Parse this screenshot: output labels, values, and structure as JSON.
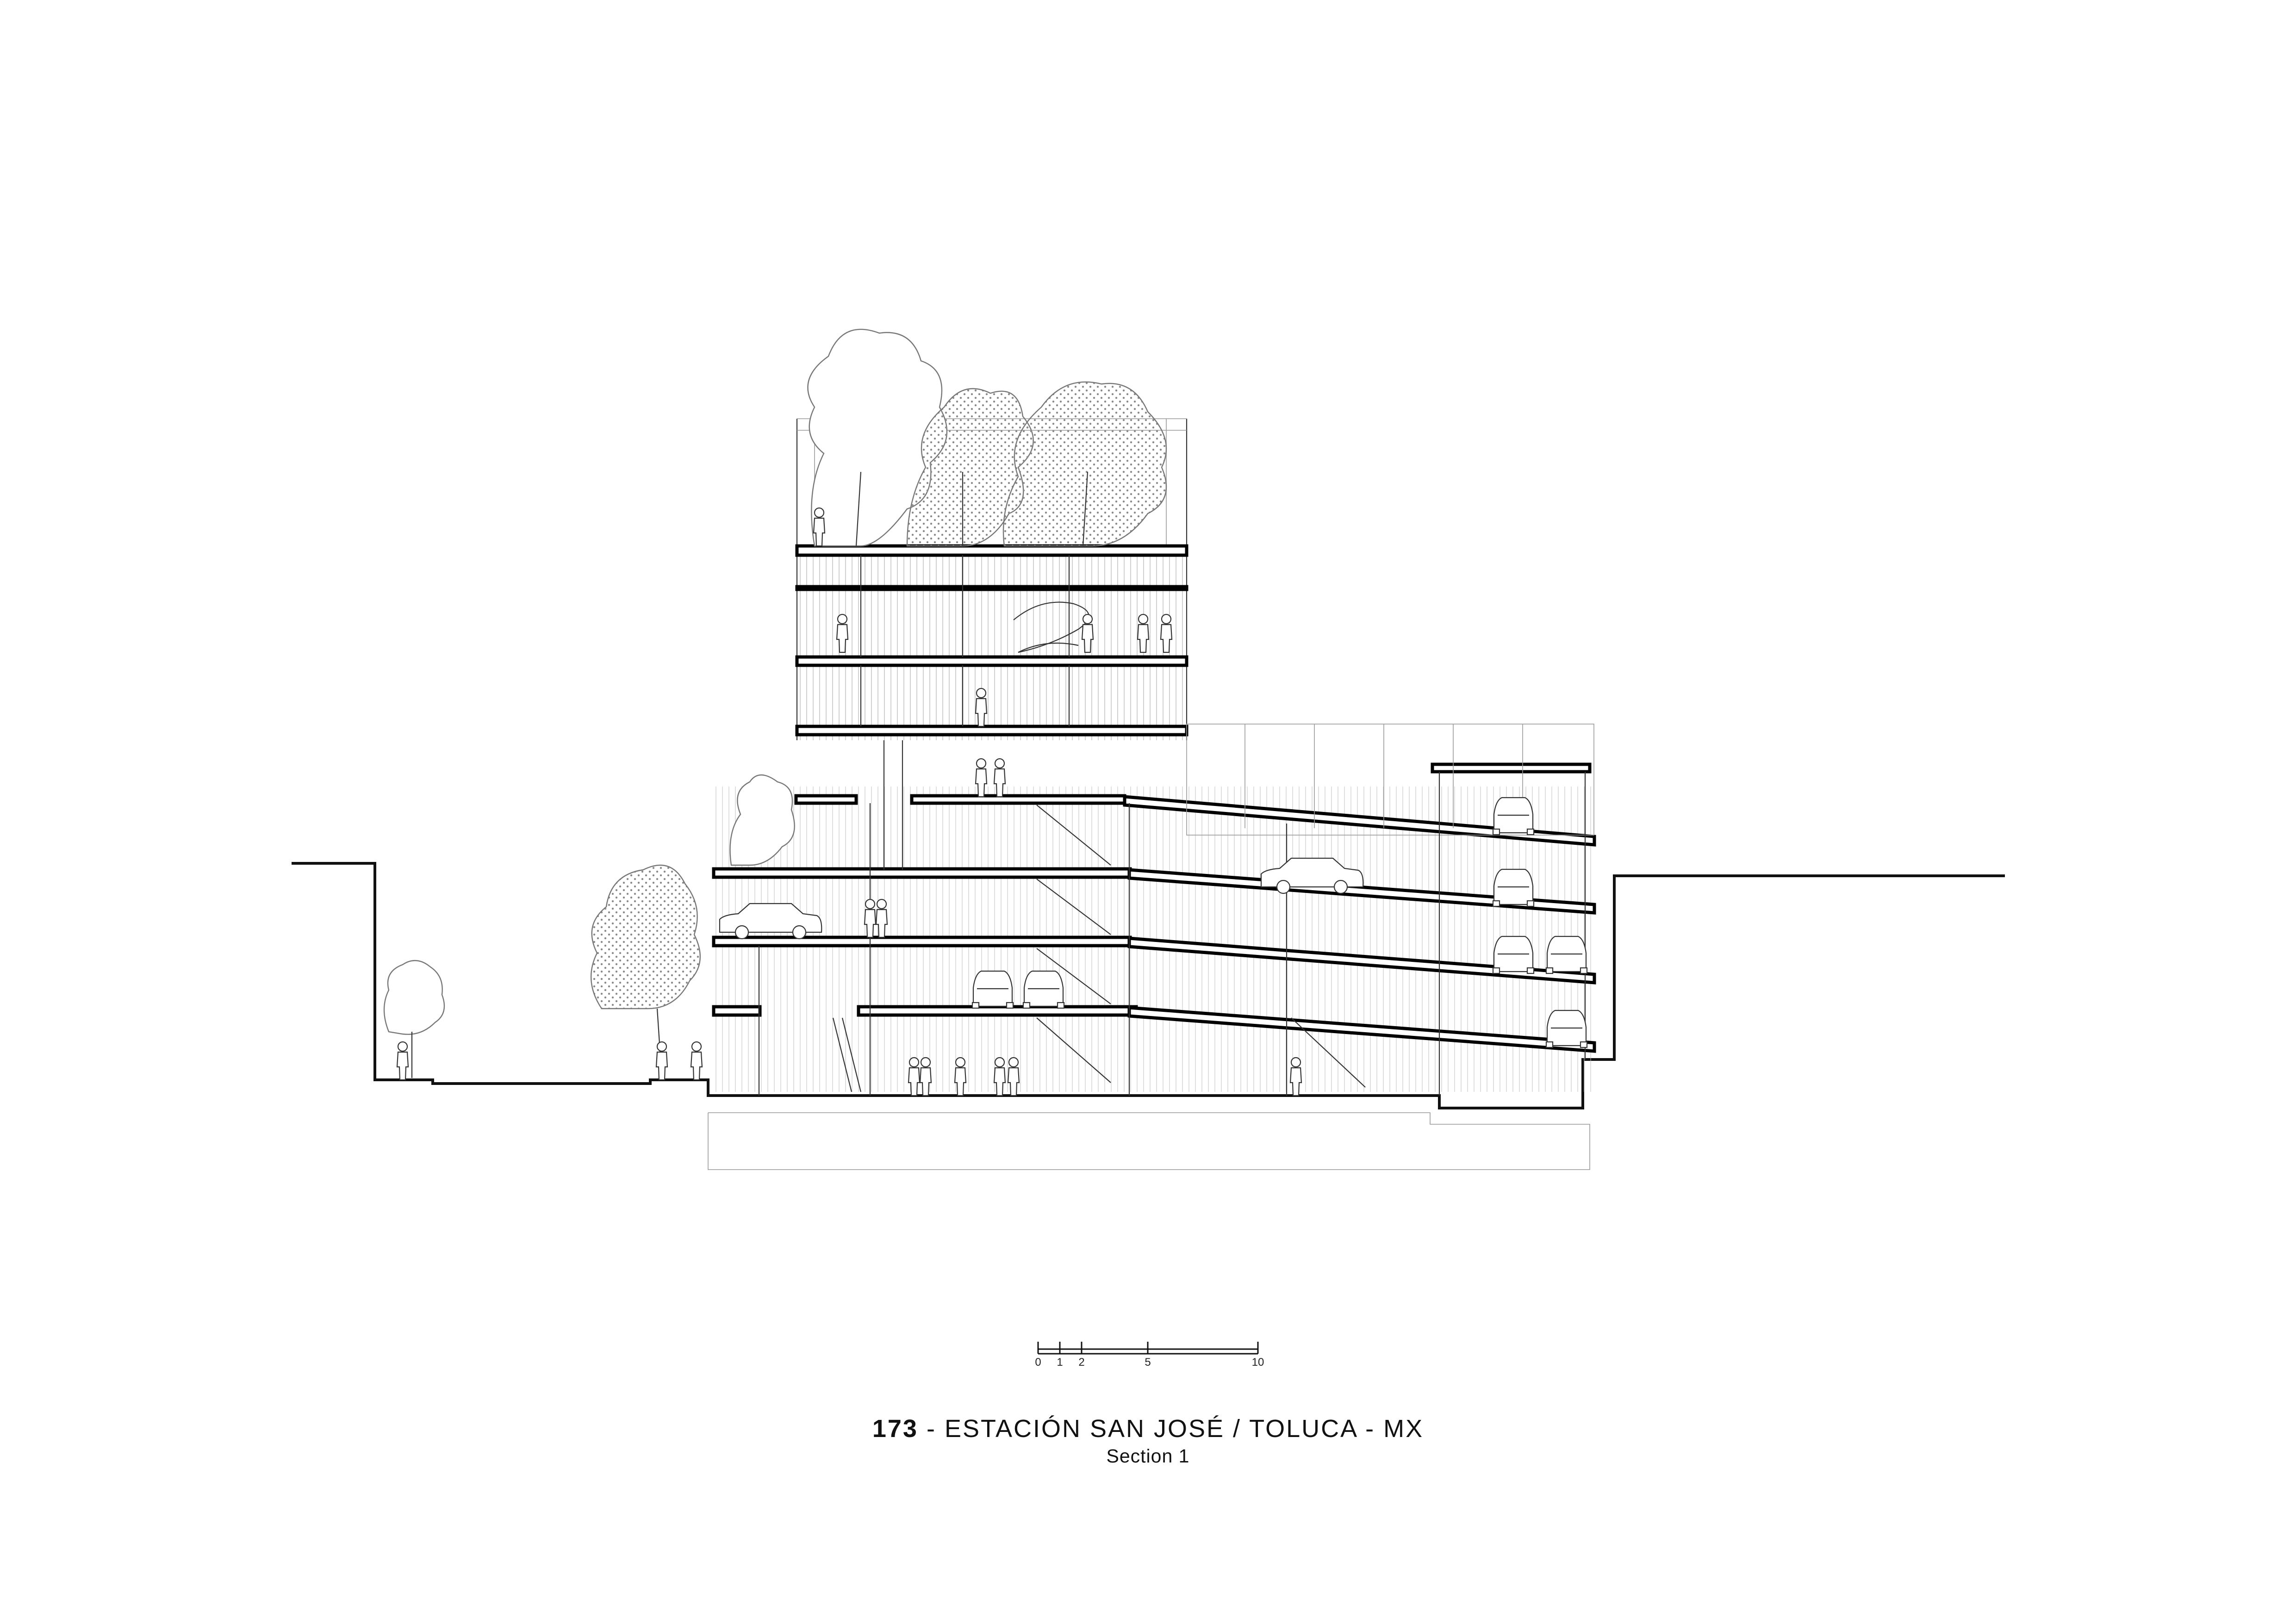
{
  "title": {
    "number": "173",
    "separator": " - ",
    "text": "ESTACIÓN SAN JOSÉ / TOLUCA - MX"
  },
  "subtitle": "Section 1",
  "scale_bar": {
    "ticks": [
      "0",
      "1",
      "2",
      "5",
      "10"
    ]
  },
  "colors": {
    "ink": "#111111",
    "background": "#ffffff",
    "hatch": "#999999"
  }
}
